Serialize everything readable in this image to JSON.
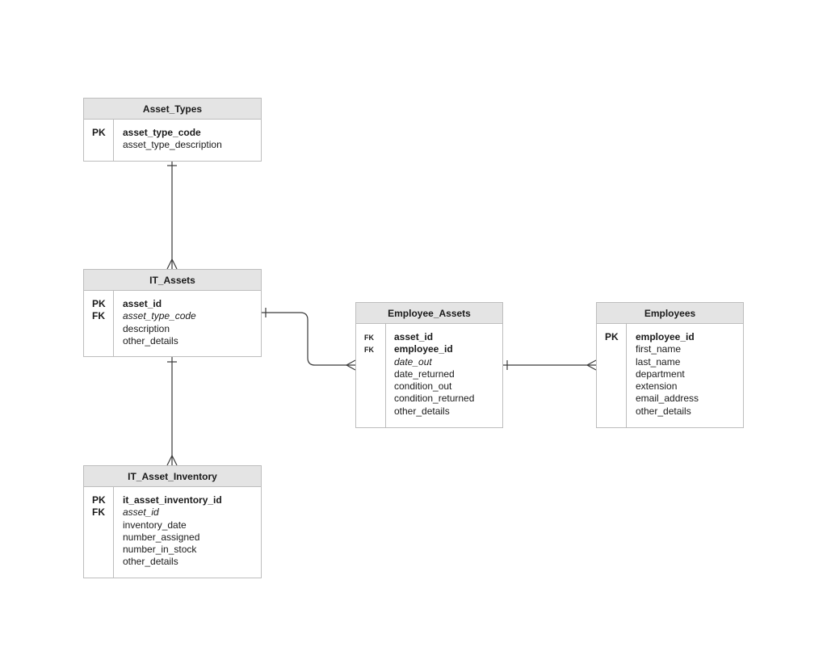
{
  "entities": {
    "asset_types": {
      "name": "Asset_Types",
      "keys": [
        "PK"
      ],
      "fields": [
        {
          "name": "asset_type_code",
          "style": "bold"
        },
        {
          "name": "asset_type_description",
          "style": "normal"
        }
      ]
    },
    "it_assets": {
      "name": "IT_Assets",
      "keys": [
        "PK",
        "FK"
      ],
      "fields": [
        {
          "name": "asset_id",
          "style": "bold"
        },
        {
          "name": "asset_type_code",
          "style": "italic"
        },
        {
          "name": "description",
          "style": "normal"
        },
        {
          "name": "other_details",
          "style": "normal"
        }
      ]
    },
    "employee_assets": {
      "name": "Employee_Assets",
      "keys": [
        "FK",
        "FK"
      ],
      "fields": [
        {
          "name": "asset_id",
          "style": "bold"
        },
        {
          "name": "employee_id",
          "style": "bold"
        },
        {
          "name": "date_out",
          "style": "italic"
        },
        {
          "name": "date_returned",
          "style": "normal"
        },
        {
          "name": "condition_out",
          "style": "normal"
        },
        {
          "name": "condition_returned",
          "style": "normal"
        },
        {
          "name": "other_details",
          "style": "normal"
        }
      ]
    },
    "employees": {
      "name": "Employees",
      "keys": [
        "PK"
      ],
      "fields": [
        {
          "name": "employee_id",
          "style": "bold"
        },
        {
          "name": "first_name",
          "style": "normal"
        },
        {
          "name": "last_name",
          "style": "normal"
        },
        {
          "name": "department",
          "style": "normal"
        },
        {
          "name": "extension",
          "style": "normal"
        },
        {
          "name": "email_address",
          "style": "normal"
        },
        {
          "name": "other_details",
          "style": "normal"
        }
      ]
    },
    "it_asset_inventory": {
      "name": "IT_Asset_Inventory",
      "keys": [
        "PK",
        "FK"
      ],
      "fields": [
        {
          "name": "it_asset_inventory_id",
          "style": "bold"
        },
        {
          "name": "asset_id",
          "style": "italic"
        },
        {
          "name": "inventory_date",
          "style": "normal"
        },
        {
          "name": "number_assigned",
          "style": "normal"
        },
        {
          "name": "number_in_stock",
          "style": "normal"
        },
        {
          "name": "other_details",
          "style": "normal"
        }
      ]
    }
  },
  "relationships": [
    {
      "from": "Asset_Types",
      "from_end": "one",
      "to": "IT_Assets",
      "to_end": "many"
    },
    {
      "from": "IT_Assets",
      "from_end": "one",
      "to": "IT_Asset_Inventory",
      "to_end": "many"
    },
    {
      "from": "IT_Assets",
      "from_end": "one",
      "to": "Employee_Assets",
      "to_end": "many"
    },
    {
      "from": "Employees",
      "from_end": "many",
      "to": "Employee_Assets",
      "to_end": "one"
    }
  ],
  "colors": {
    "header_bg": "#e4e4e4",
    "border": "#bdbdbd",
    "line": "#3a3a3a"
  }
}
